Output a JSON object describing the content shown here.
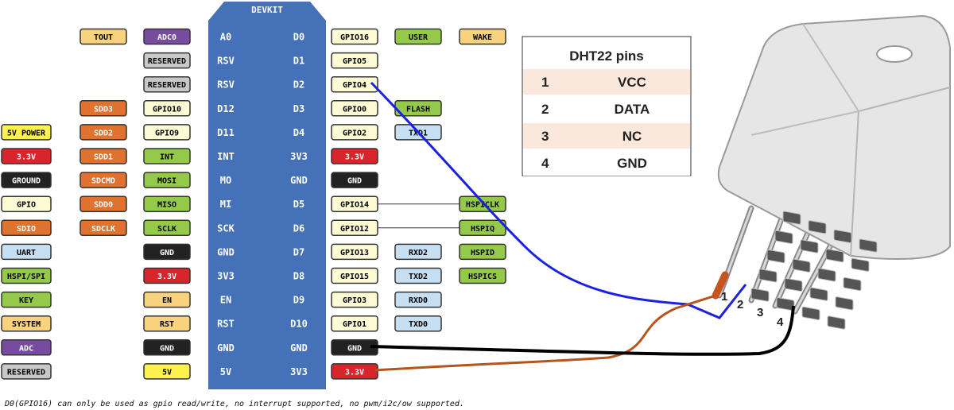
{
  "board": {
    "title": "DEVKIT",
    "left_pins": [
      "A0",
      "RSV",
      "RSV",
      "D12",
      "D11",
      "INT",
      "MO",
      "MI",
      "SCK",
      "GND",
      "3V3",
      "EN",
      "RST",
      "GND",
      "5V"
    ],
    "right_pins": [
      "D0",
      "D1",
      "D2",
      "D3",
      "D4",
      "3V3",
      "GND",
      "D5",
      "D6",
      "D7",
      "D8",
      "D9",
      "D10",
      "GND",
      "3V3"
    ]
  },
  "left_labels": [
    [],
    [],
    [],
    [
      {
        "text": "SDD3",
        "type": "sdio"
      },
      {
        "text": "GPIO10",
        "type": "gpio"
      }
    ],
    [
      {
        "text": "SDD2",
        "type": "sdio"
      },
      {
        "text": "GPIO9",
        "type": "gpio"
      }
    ],
    [
      {
        "text": "SDD1",
        "type": "sdio"
      },
      {
        "text": "INT",
        "type": "key"
      }
    ],
    [
      {
        "text": "SDCMD",
        "type": "sdio"
      },
      {
        "text": "MOSI",
        "type": "key"
      }
    ],
    [
      {
        "text": "SDD0",
        "type": "sdio"
      },
      {
        "text": "MISO",
        "type": "key"
      }
    ],
    [
      {
        "text": "SDCLK",
        "type": "sdio"
      },
      {
        "text": "SCLK",
        "type": "key"
      }
    ],
    [
      {
        "text": "GND",
        "type": "ground"
      }
    ],
    [
      {
        "text": "3.3V",
        "type": "power33"
      }
    ],
    [
      {
        "text": "EN",
        "type": "system"
      }
    ],
    [
      {
        "text": "RST",
        "type": "system"
      }
    ],
    [
      {
        "text": "GND",
        "type": "ground"
      }
    ],
    [
      {
        "text": "5V",
        "type": "power5"
      }
    ]
  ],
  "left_top_labels": [
    [
      {
        "text": "TOUT",
        "type": "system"
      },
      {
        "text": "ADC0",
        "type": "adc"
      }
    ],
    [
      {
        "text": "RESERVED",
        "type": "reserved"
      }
    ],
    [
      {
        "text": "RESERVED",
        "type": "reserved"
      }
    ]
  ],
  "right_labels": [
    [
      {
        "text": "GPIO16",
        "type": "gpio"
      },
      {
        "text": "USER",
        "type": "key"
      },
      {
        "text": "WAKE",
        "type": "system"
      }
    ],
    [
      {
        "text": "GPIO5",
        "type": "gpio"
      }
    ],
    [
      {
        "text": "GPIO4",
        "type": "gpio"
      }
    ],
    [
      {
        "text": "GPIO0",
        "type": "gpio"
      },
      {
        "text": "FLASH",
        "type": "key"
      }
    ],
    [
      {
        "text": "GPIO2",
        "type": "gpio"
      },
      {
        "text": "TXD1",
        "type": "uart"
      }
    ],
    [
      {
        "text": "3.3V",
        "type": "power33"
      }
    ],
    [
      {
        "text": "GND",
        "type": "ground"
      }
    ],
    [
      {
        "text": "GPIO14",
        "type": "gpio"
      },
      {
        "text": "HSPICLK",
        "type": "hspi",
        "far": true
      }
    ],
    [
      {
        "text": "GPIO12",
        "type": "gpio"
      },
      {
        "text": "HSPIQ",
        "type": "hspi",
        "far": true
      }
    ],
    [
      {
        "text": "GPIO13",
        "type": "gpio"
      },
      {
        "text": "RXD2",
        "type": "uart"
      },
      {
        "text": "HSPID",
        "type": "hspi"
      }
    ],
    [
      {
        "text": "GPIO15",
        "type": "gpio"
      },
      {
        "text": "TXD2",
        "type": "uart"
      },
      {
        "text": "HSPICS",
        "type": "hspi"
      }
    ],
    [
      {
        "text": "GPIO3",
        "type": "gpio"
      },
      {
        "text": "RXD0",
        "type": "uart"
      }
    ],
    [
      {
        "text": "GPIO1",
        "type": "gpio"
      },
      {
        "text": "TXD0",
        "type": "uart"
      }
    ],
    [
      {
        "text": "GND",
        "type": "ground"
      }
    ],
    [
      {
        "text": "3.3V",
        "type": "power33"
      }
    ]
  ],
  "legend": [
    {
      "text": "5V POWER",
      "type": "power5"
    },
    {
      "text": "3.3V",
      "type": "power33"
    },
    {
      "text": "GROUND",
      "type": "ground"
    },
    {
      "text": "GPIO",
      "type": "gpio"
    },
    {
      "text": "SDIO",
      "type": "sdio"
    },
    {
      "text": "UART",
      "type": "uart"
    },
    {
      "text": "HSPI/SPI",
      "type": "hspi"
    },
    {
      "text": "KEY",
      "type": "key"
    },
    {
      "text": "SYSTEM",
      "type": "system"
    },
    {
      "text": "ADC",
      "type": "adc"
    },
    {
      "text": "RESERVED",
      "type": "reserved"
    }
  ],
  "colors": {
    "power5": {
      "bg": "#fdf14e",
      "fg": "#000000"
    },
    "power33": {
      "bg": "#d8242b",
      "fg": "#ffffff"
    },
    "ground": {
      "bg": "#222222",
      "fg": "#ffffff"
    },
    "gpio": {
      "bg": "#fcfbd4",
      "fg": "#000000"
    },
    "sdio": {
      "bg": "#e0722f",
      "fg": "#ffffff"
    },
    "uart": {
      "bg": "#c6dff2",
      "fg": "#000000"
    },
    "hspi": {
      "bg": "#94c94a",
      "fg": "#000000"
    },
    "key": {
      "bg": "#94c94a",
      "fg": "#000000"
    },
    "system": {
      "bg": "#f8d27d",
      "fg": "#000000"
    },
    "adc": {
      "bg": "#774c9e",
      "fg": "#ffffff"
    },
    "reserved": {
      "bg": "#c8c8c8",
      "fg": "#000000"
    },
    "board": "#4571b8",
    "wire_data": "#1a22e0",
    "wire_vcc": "#b5541c",
    "wire_gnd": "#000000"
  },
  "table": {
    "title": "DHT22 pins",
    "rows": [
      [
        "1",
        "VCC"
      ],
      [
        "2",
        "DATA"
      ],
      [
        "3",
        "NC"
      ],
      [
        "4",
        "GND"
      ]
    ]
  },
  "sensor": {
    "lead_numbers": [
      "1",
      "2",
      "3",
      "4"
    ]
  },
  "footnote": "D0(GPIO16) can only be used as gpio read/write, no interrupt supported, no pwm/i2c/ow supported."
}
